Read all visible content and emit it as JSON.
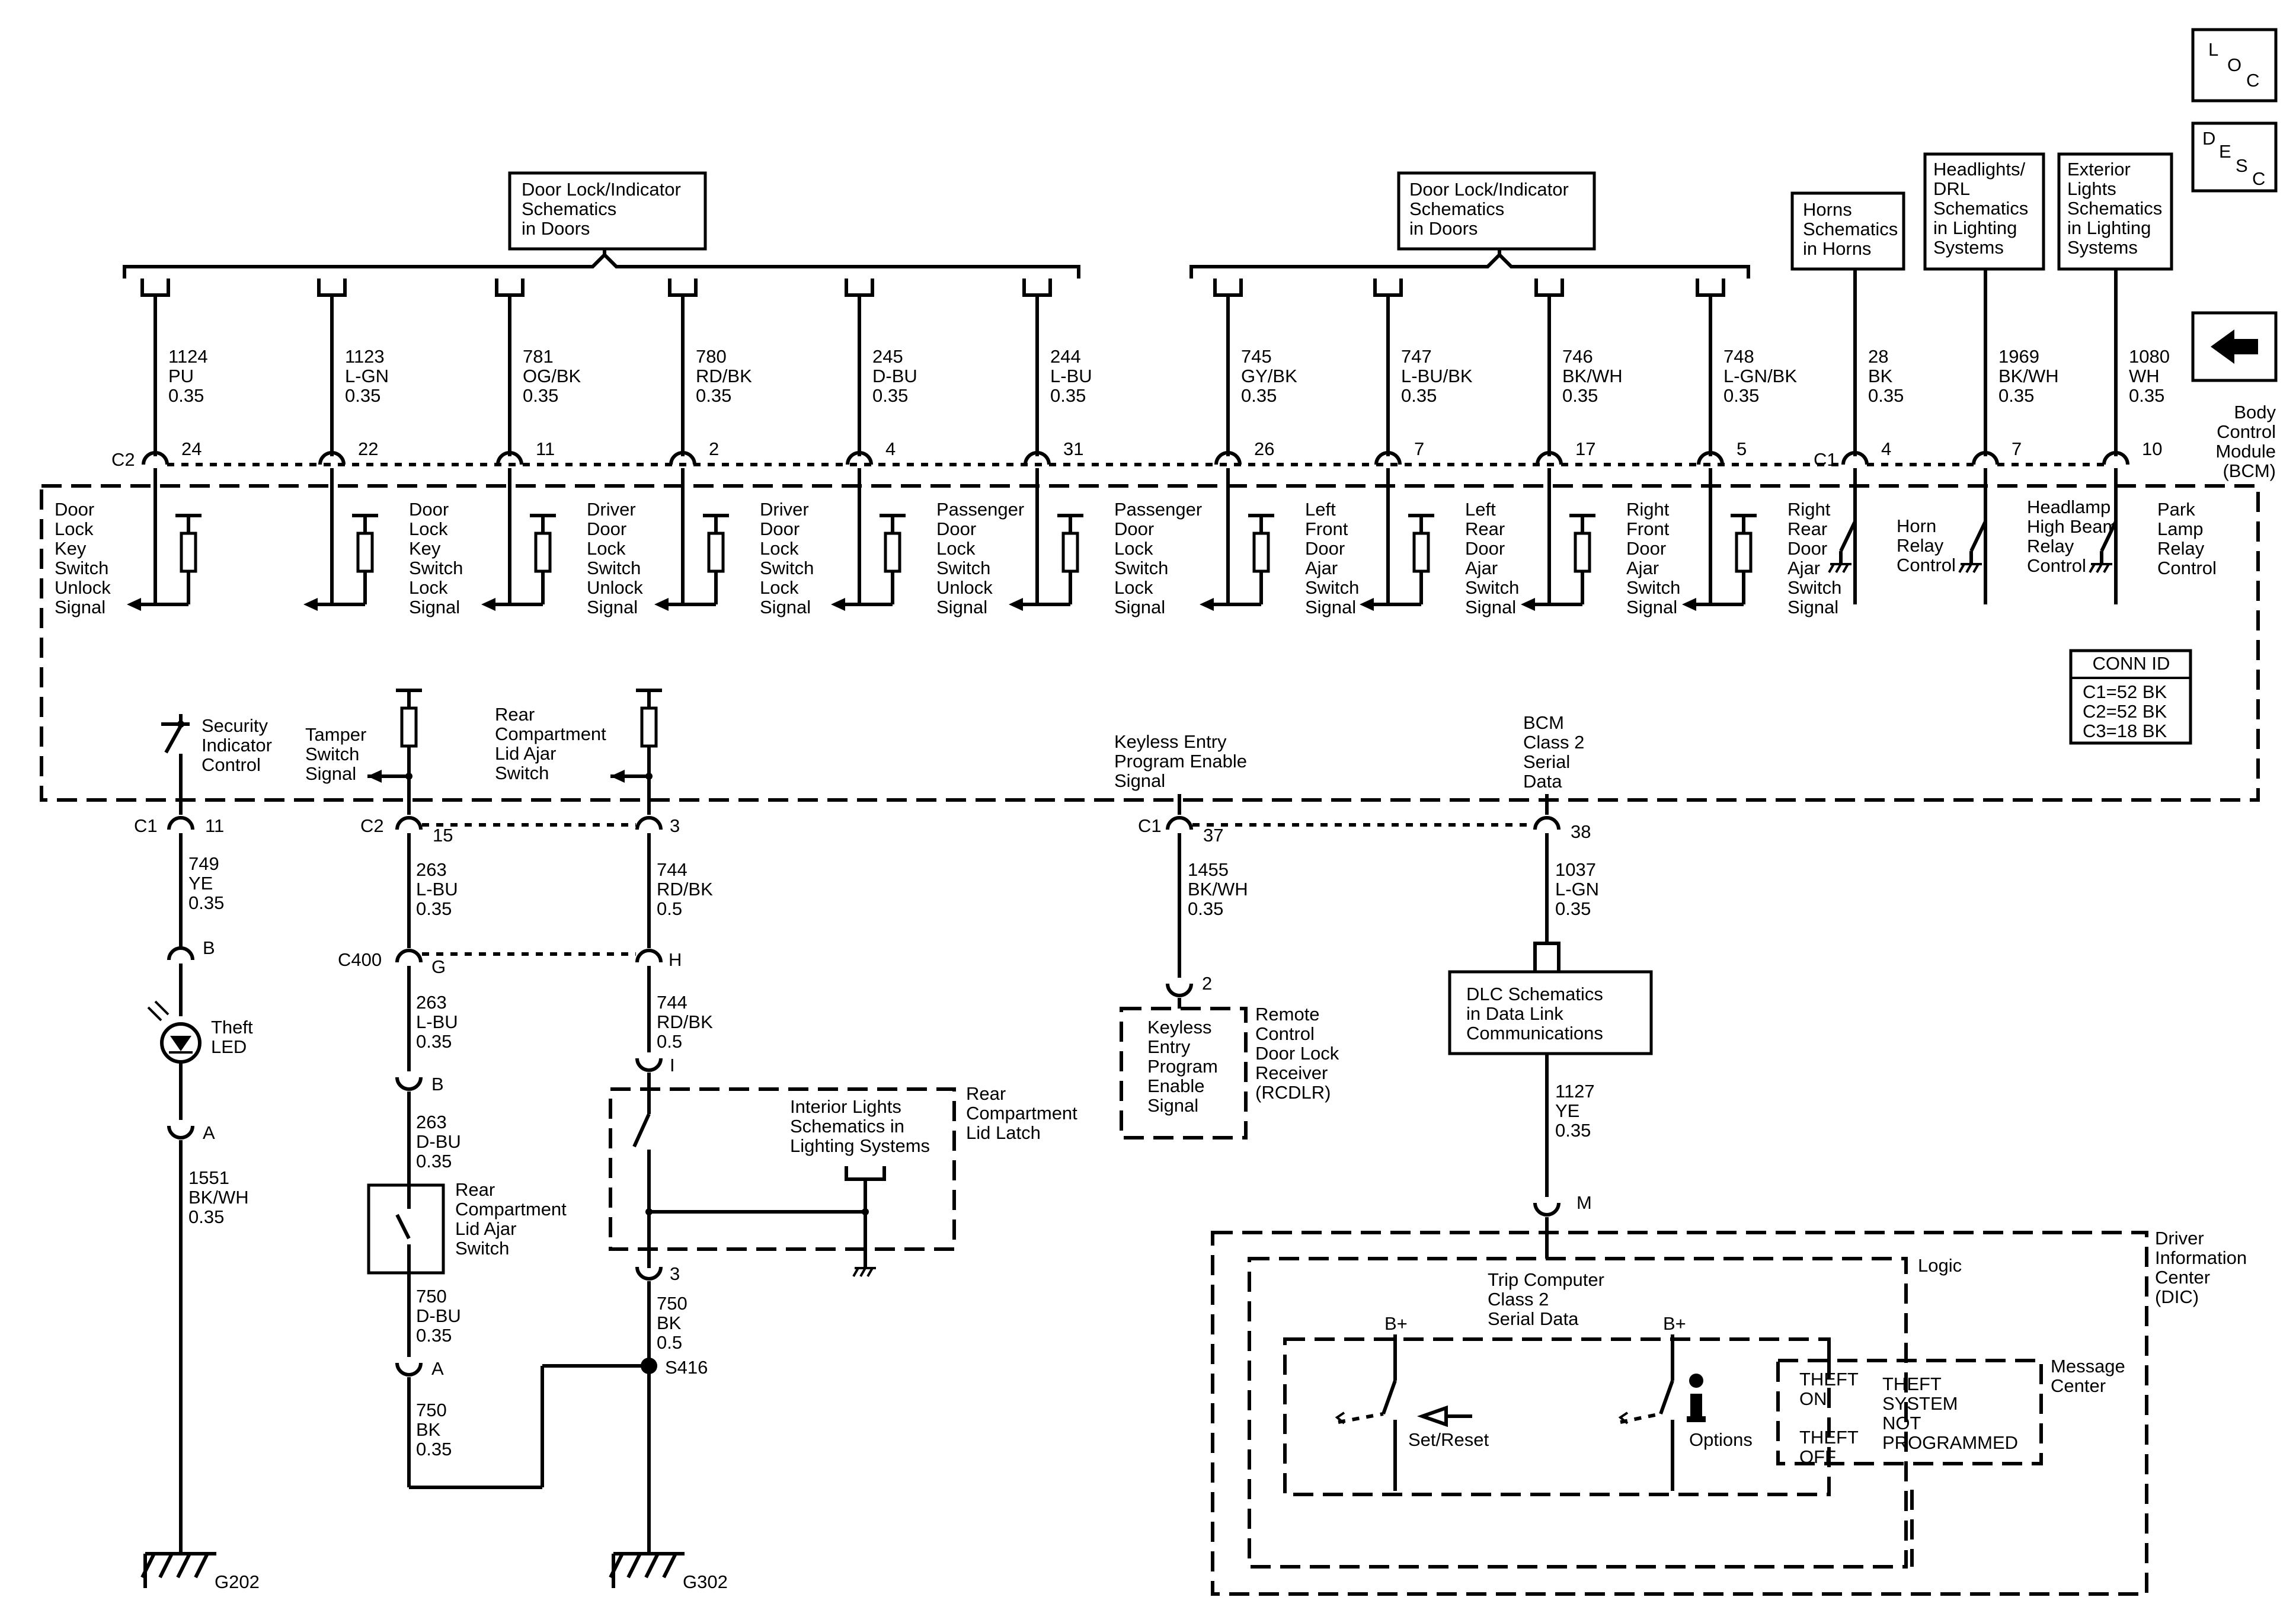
{
  "top_refs": {
    "door_lock_left": [
      "Door Lock/Indicator",
      "Schematics",
      "in Doors"
    ],
    "door_lock_right": [
      "Door Lock/Indicator",
      "Schematics",
      "in Doors"
    ],
    "horns": [
      "Horns",
      "Schematics",
      "in Horns"
    ],
    "headlights": [
      "Headlights/",
      "DRL",
      "Schematics",
      "in Lighting",
      "Systems"
    ],
    "exterior": [
      "Exterior",
      "Lights",
      "Schematics",
      "in Lighting",
      "Systems"
    ]
  },
  "nav_boxes": {
    "loc": [
      "L",
      "O",
      "C"
    ],
    "desc": [
      "D",
      "E",
      "S",
      "C"
    ],
    "back": "back-arrow-icon"
  },
  "bcm": {
    "name": [
      "Body",
      "Control",
      "Module",
      "(BCM)"
    ],
    "conn_id_title": "CONN ID",
    "conn_ids": [
      "C1=52 BK",
      "C2=52 BK",
      "C3=18 BK"
    ]
  },
  "top_wires": [
    {
      "circuit": "1124",
      "color": "PU",
      "gauge": "0.35",
      "pin": "24",
      "label": [
        "Door",
        "Lock",
        "Key",
        "Switch",
        "Unlock",
        "Signal"
      ]
    },
    {
      "circuit": "1123",
      "color": "L-GN",
      "gauge": "0.35",
      "pin": "22",
      "label": [
        "Door",
        "Lock",
        "Key",
        "Switch",
        "Lock",
        "Signal"
      ]
    },
    {
      "circuit": "781",
      "color": "OG/BK",
      "gauge": "0.35",
      "pin": "11",
      "label": [
        "Driver",
        "Door",
        "Lock",
        "Switch",
        "Unlock",
        "Signal"
      ]
    },
    {
      "circuit": "780",
      "color": "RD/BK",
      "gauge": "0.35",
      "pin": "2",
      "label": [
        "Driver",
        "Door",
        "Lock",
        "Switch",
        "Lock",
        "Signal"
      ]
    },
    {
      "circuit": "245",
      "color": "D-BU",
      "gauge": "0.35",
      "pin": "4",
      "label": [
        "Passenger",
        "Door",
        "Lock",
        "Switch",
        "Unlock",
        "Signal"
      ]
    },
    {
      "circuit": "244",
      "color": "L-BU",
      "gauge": "0.35",
      "pin": "31",
      "label": [
        "Passenger",
        "Door",
        "Lock",
        "Switch",
        "Lock",
        "Signal"
      ]
    },
    {
      "circuit": "745",
      "color": "GY/BK",
      "gauge": "0.35",
      "pin": "26",
      "label": [
        "Left",
        "Front",
        "Door",
        "Ajar",
        "Switch",
        "Signal"
      ]
    },
    {
      "circuit": "747",
      "color": "L-BU/BK",
      "gauge": "0.35",
      "pin": "7",
      "label": [
        "Left",
        "Rear",
        "Door",
        "Ajar",
        "Switch",
        "Signal"
      ]
    },
    {
      "circuit": "746",
      "color": "BK/WH",
      "gauge": "0.35",
      "pin": "17",
      "label": [
        "Right",
        "Front",
        "Door",
        "Ajar",
        "Switch",
        "Signal"
      ]
    },
    {
      "circuit": "748",
      "color": "L-GN/BK",
      "gauge": "0.35",
      "pin": "5",
      "label": [
        "Right",
        "Rear",
        "Door",
        "Ajar",
        "Switch",
        "Signal"
      ]
    },
    {
      "circuit": "28",
      "color": "BK",
      "gauge": "0.35",
      "pin": "4",
      "label": [
        "Horn",
        "Relay",
        "Control"
      ]
    },
    {
      "circuit": "1969",
      "color": "BK/WH",
      "gauge": "0.35",
      "pin": "7",
      "label": [
        "Headlamp",
        "High Beam",
        "Relay",
        "Control"
      ]
    },
    {
      "circuit": "1080",
      "color": "WH",
      "gauge": "0.35",
      "pin": "10",
      "label": [
        "Park",
        "Lamp",
        "Relay",
        "Control"
      ]
    }
  ],
  "connectors": {
    "c1": "C1",
    "c2": "C2",
    "c400": "C400"
  },
  "inner": {
    "security": [
      "Security",
      "Indicator",
      "Control"
    ],
    "tamper": [
      "Tamper",
      "Switch",
      "Signal"
    ],
    "rear_ajar": [
      "Rear",
      "Compartment",
      "Lid Ajar",
      "Switch"
    ],
    "keyless": [
      "Keyless Entry",
      "Program Enable",
      "Signal"
    ],
    "class2": [
      "BCM",
      "Class 2",
      "Serial",
      "Data"
    ]
  },
  "lower": {
    "pin_11": "11",
    "pin_15": "15",
    "pin_3": "3",
    "pin_37": "37",
    "pin_38": "38",
    "w749": [
      "749",
      "YE",
      "0.35"
    ],
    "pin_b": "B",
    "theft_led": [
      "Theft",
      "LED"
    ],
    "pin_a": "A",
    "w1551": [
      "1551",
      "BK/WH",
      "0.35"
    ],
    "g202": "G202",
    "w263a": [
      "263",
      "L-BU",
      "0.35"
    ],
    "pin_g": "G",
    "pin_h": "H",
    "w263b": [
      "263",
      "L-BU",
      "0.35"
    ],
    "pin_b2": "B",
    "w263c": [
      "263",
      "D-BU",
      "0.35"
    ],
    "rear_switch": [
      "Rear",
      "Compartment",
      "Lid Ajar",
      "Switch"
    ],
    "w750a": [
      "750",
      "D-BU",
      "0.35"
    ],
    "pin_a2": "A",
    "w750b": [
      "750",
      "BK",
      "0.35"
    ],
    "w744a": [
      "744",
      "RD/BK",
      "0.5"
    ],
    "w744b": [
      "744",
      "RD/BK",
      "0.5"
    ],
    "pin_i": "I",
    "interior": [
      "Interior Lights",
      "Schematics in",
      "Lighting Systems"
    ],
    "latch": [
      "Rear",
      "Compartment",
      "Lid Latch"
    ],
    "pin_3b": "3",
    "w750c": [
      "750",
      "BK",
      "0.5"
    ],
    "s416": "S416",
    "g302": "G302",
    "w1455": [
      "1455",
      "BK/WH",
      "0.35"
    ],
    "pin_2": "2",
    "keyless_box": [
      "Keyless",
      "Entry",
      "Program",
      "Enable",
      "Signal"
    ],
    "rcdlr": [
      "Remote",
      "Control",
      "Door Lock",
      "Receiver",
      "(RCDLR)"
    ],
    "w1037": [
      "1037",
      "L-GN",
      "0.35"
    ],
    "dlc": [
      "DLC Schematics",
      "in Data Link",
      "Communications"
    ],
    "w1127": [
      "1127",
      "YE",
      "0.35"
    ],
    "pin_m": "M"
  },
  "dic": {
    "name": [
      "Driver",
      "Information",
      "Center",
      "(DIC)"
    ],
    "logic": "Logic",
    "trip": [
      "Trip Computer",
      "Class 2",
      "Serial Data"
    ],
    "bplus": "B+",
    "bplus2": "B+",
    "set_reset": "Set/Reset",
    "options": "Options",
    "theft_on": [
      "THEFT",
      "ON"
    ],
    "theft_off": [
      "THEFT",
      "OFF"
    ],
    "theft_msg": [
      "THEFT",
      "SYSTEM",
      "NOT",
      "PROGRAMMED"
    ],
    "message_center": [
      "Message",
      "Center"
    ]
  }
}
